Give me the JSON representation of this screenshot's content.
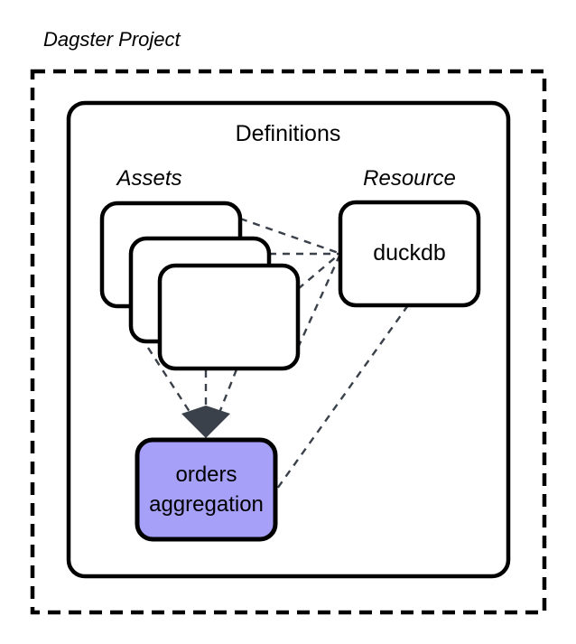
{
  "diagram": {
    "type": "architecture-diagram",
    "title": "Dagster Project",
    "background_color": "#ffffff",
    "stroke_color": "#000000",
    "dashed_edge_color": "#3a414a",
    "arrowhead_color": "#3a414a",
    "highlight_fill": "#a6a0f8"
  },
  "outer_container": {
    "label": "Dagster Project",
    "border_style": "dashed"
  },
  "definitions_container": {
    "title": "Definitions",
    "border_style": "solid"
  },
  "groups": {
    "assets": {
      "label": "Assets",
      "count": 3,
      "items": [
        {
          "label": ""
        },
        {
          "label": ""
        },
        {
          "label": ""
        }
      ]
    },
    "resource": {
      "label": "Resource",
      "items": [
        {
          "label": "duckdb"
        }
      ]
    }
  },
  "output_node": {
    "line1": "orders",
    "line2": "aggregation",
    "fill_color": "#a6a0f8"
  },
  "edges": [
    {
      "from": "asset-card-1",
      "to": "duckdb",
      "style": "dashed"
    },
    {
      "from": "asset-card-2",
      "to": "duckdb",
      "style": "dashed"
    },
    {
      "from": "asset-card-3",
      "to": "duckdb",
      "style": "dashed"
    },
    {
      "from": "asset-card-1",
      "to": "orders-aggregation",
      "style": "dashed",
      "arrowhead": true
    },
    {
      "from": "asset-card-2",
      "to": "orders-aggregation",
      "style": "dashed",
      "arrowhead": true
    },
    {
      "from": "asset-card-3",
      "to": "orders-aggregation",
      "style": "dashed",
      "arrowhead": true
    },
    {
      "from": "duckdb",
      "to": "orders-aggregation",
      "style": "dashed"
    }
  ]
}
